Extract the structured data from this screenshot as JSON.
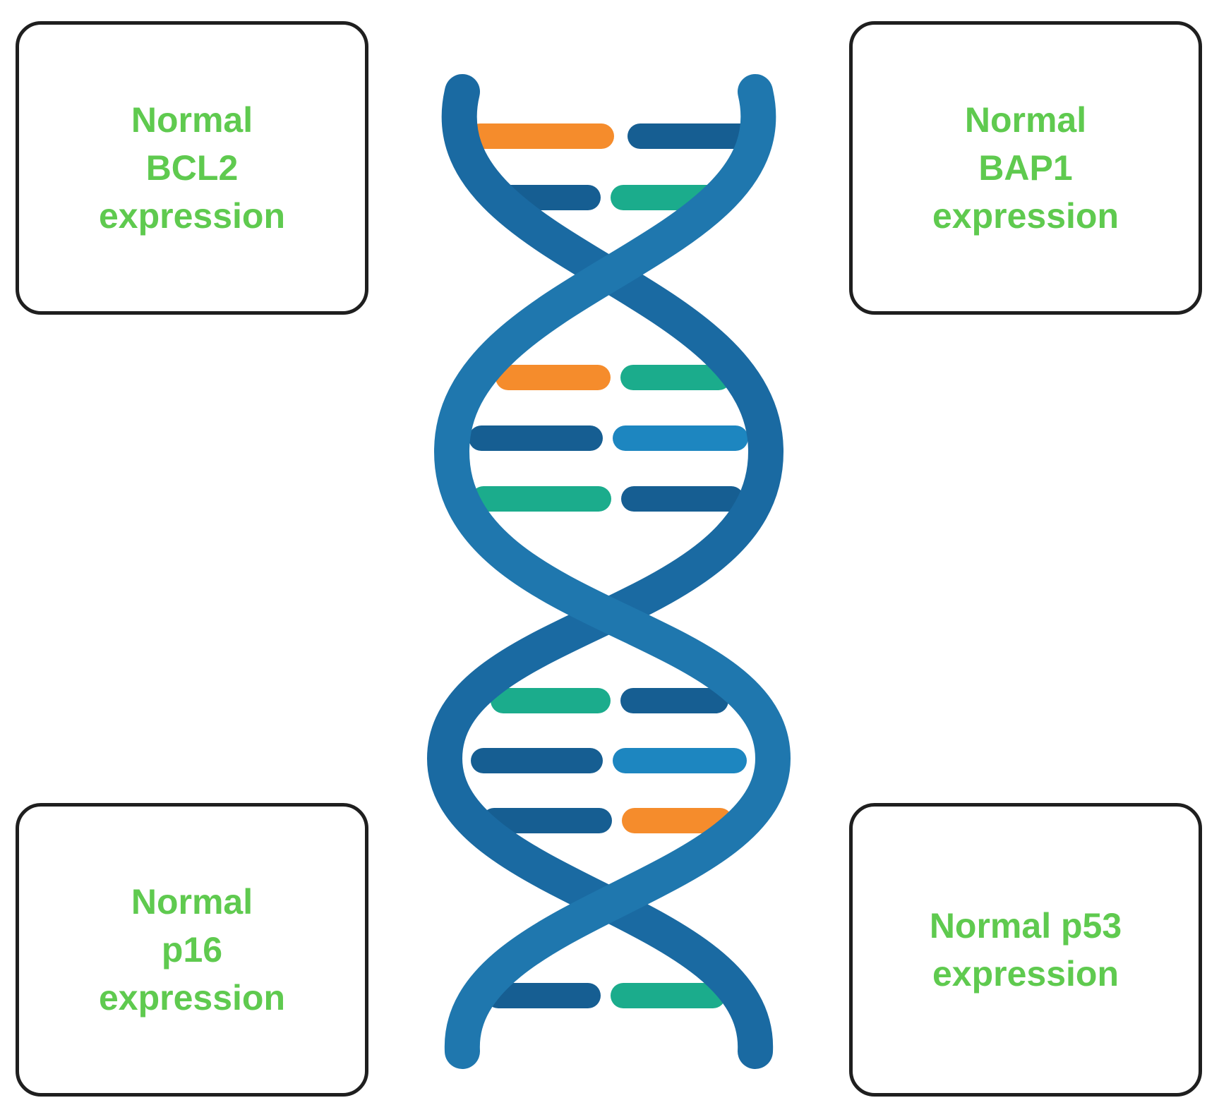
{
  "boxes": {
    "top_left": {
      "lines": [
        "Normal",
        "BCL2",
        "expression"
      ]
    },
    "top_right": {
      "lines": [
        "Normal",
        "BAP1",
        "expression"
      ]
    },
    "bottom_left": {
      "lines": [
        "Normal",
        "p16",
        "expression"
      ]
    },
    "bottom_right": {
      "lines": [
        "Normal p53",
        "expression"
      ]
    }
  },
  "colors": {
    "text": "#5fca4f",
    "box_border": "#1f1f1f",
    "strand_main": "#1f6fa5",
    "strand_dark": "#155a8c",
    "rung_orange": "#f58c2c",
    "rung_teal": "#1bac8c",
    "rung_navy": "#165e92",
    "rung_light": "#1d86c0"
  },
  "icon": "dna-double-helix-icon"
}
